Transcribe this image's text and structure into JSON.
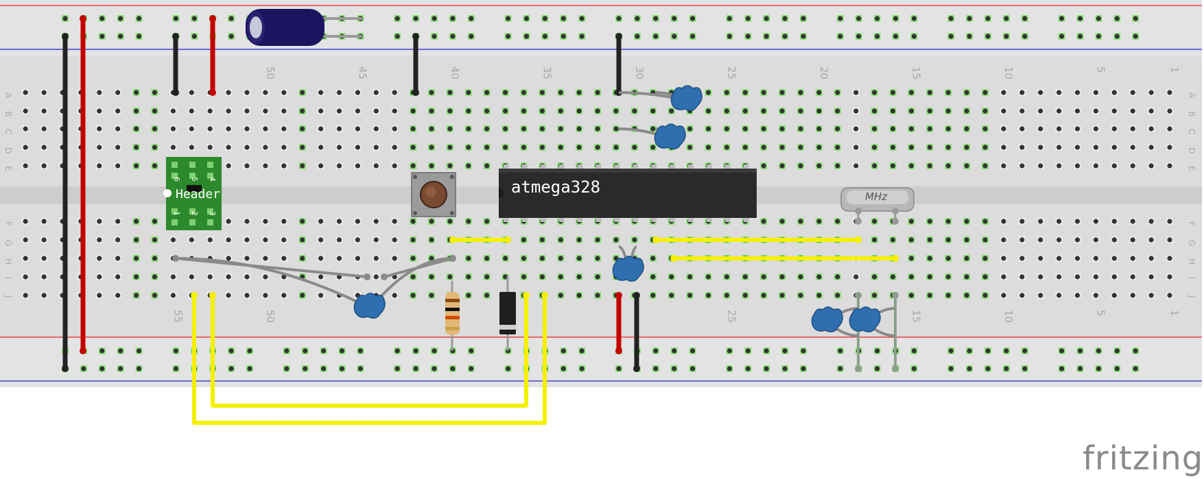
{
  "app": "fritzing",
  "breadboard": {
    "row_letters_top": [
      "A",
      "B",
      "C",
      "D",
      "E"
    ],
    "row_letters_bottom": [
      "F",
      "G",
      "H",
      "I",
      "J"
    ],
    "column_labels_top": [
      "50",
      "45",
      "40",
      "35",
      "30",
      "25",
      "20",
      "15",
      "10",
      "5",
      "1"
    ],
    "column_labels_bottom": [
      "55",
      "50",
      "25",
      "15",
      "10",
      "5",
      "1"
    ]
  },
  "components": {
    "mcu_label": "atmega328",
    "header_label": "Header",
    "header_pins": [
      "6",
      "5",
      "4",
      "1",
      "2",
      "3"
    ],
    "crystal_label": "MHz"
  },
  "colors": {
    "board": "#dcdcdc",
    "rail_red": "#e52222",
    "rail_blue": "#2222cc",
    "hole": "#333333",
    "connected_hole": "#8ee07a",
    "wire_red": "#c40000",
    "wire_black": "#222222",
    "wire_yellow": "#f5f000",
    "capacitor": "#2f6fb0",
    "header_pcb": "#2c8a2c"
  }
}
